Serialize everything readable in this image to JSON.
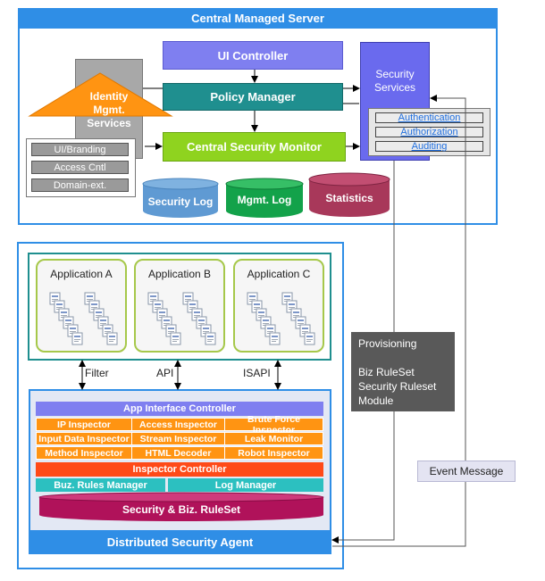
{
  "central": {
    "title": "Central Managed Server",
    "ui_controller": "UI Controller",
    "policy_manager": "Policy Manager",
    "csm": "Central Security Monitor",
    "identity": "Identity Mgmt. Services",
    "identity_items": [
      "UI/Branding",
      "Access Cntl",
      "Domain-ext."
    ],
    "security_services": "Security Services",
    "security_items": [
      "Authentication",
      "Authorization",
      "Auditing"
    ],
    "cylinders": [
      "Security Log",
      "Mgmt. Log",
      "Statistics"
    ]
  },
  "agent": {
    "apps": [
      "Application A",
      "Application B",
      "Application C"
    ],
    "connectors": [
      "Filter",
      "API",
      "ISAPI"
    ],
    "app_interface_controller": "App Interface Controller",
    "inspectors": [
      "IP Inspector",
      "Access Inspector",
      "Brute Force Inspector",
      "Input Data Inspector",
      "Stream Inspector",
      "Leak Monitor",
      "Method Inspector",
      "HTML Decoder",
      "Robot Inspector"
    ],
    "inspector_controller": "Inspector Controller",
    "buz_rules_manager": "Buz. Rules Manager",
    "log_manager": "Log Manager",
    "ruleset": "Security & Biz. RuleSet",
    "title": "Distributed Security Agent"
  },
  "provisioning": {
    "title": "Provisioning",
    "lines": [
      "Biz RuleSet",
      "Security Ruleset",
      "Module"
    ]
  },
  "event_message": "Event Message",
  "colors": {
    "accent_blue": "#2f8ee6",
    "purple": "#7f7ff0",
    "teal": "#1f8f8f",
    "green": "#8fd31f",
    "orange": "#ff9412",
    "red_orange": "#ff4a18",
    "cyan": "#2cc0c0",
    "maroon": "#a8385a",
    "grey_dark": "#595959"
  }
}
